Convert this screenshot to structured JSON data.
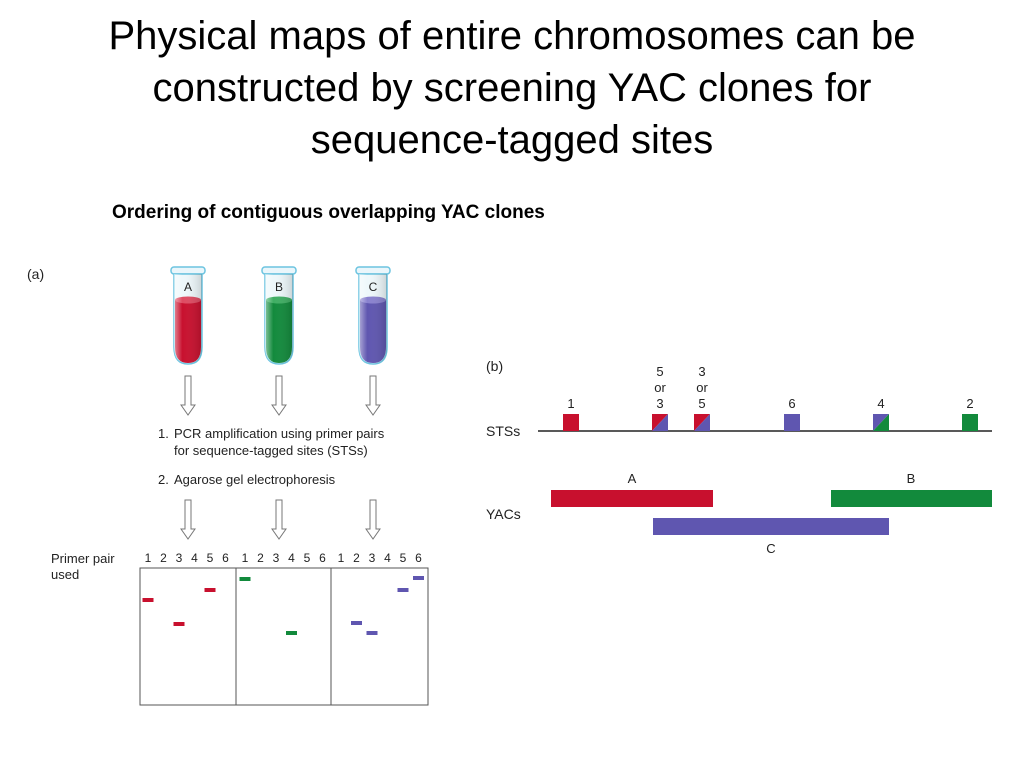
{
  "title_lines": [
    "Physical maps of entire chromosomes can be",
    "constructed by screening YAC clones for",
    "sequence-tagged sites"
  ],
  "subtitle": "Ordering of contiguous overlapping YAC clones",
  "colors": {
    "A": "#c8102e",
    "B": "#128a3c",
    "C": "#5f56b0"
  },
  "panel_a": {
    "label": "(a)",
    "tubes": [
      {
        "id": "A",
        "label": "A",
        "color": "#c8102e"
      },
      {
        "id": "B",
        "label": "B",
        "color": "#128a3c"
      },
      {
        "id": "C",
        "label": "C",
        "color": "#5f56b0"
      }
    ],
    "steps": [
      {
        "number": "1.",
        "lines": [
          "PCR amplification using primer pairs",
          "for sequence-tagged sites (STSs)"
        ]
      },
      {
        "number": "2.",
        "lines": [
          "Agarose gel electrophoresis"
        ]
      }
    ],
    "primer_label": [
      "Primer pair",
      "used"
    ],
    "lane_numbers": [
      "1",
      "2",
      "3",
      "4",
      "5",
      "6"
    ],
    "gel_bands": {
      "A": [
        1,
        3,
        5
      ],
      "B": [
        1,
        4
      ],
      "C": [
        2,
        3,
        5,
        6
      ]
    }
  },
  "panel_b": {
    "label": "(b)",
    "sts_row_label": "STSs",
    "yac_row_label": "YACs",
    "sts_markers": [
      {
        "label_lines": [
          "1"
        ],
        "fill": "A"
      },
      {
        "label_lines": [
          "5",
          "or",
          "3"
        ],
        "fill": "A/C"
      },
      {
        "label_lines": [
          "3",
          "or",
          "5"
        ],
        "fill": "A/C"
      },
      {
        "label_lines": [
          "6"
        ],
        "fill": "C"
      },
      {
        "label_lines": [
          "4"
        ],
        "fill": "C/B"
      },
      {
        "label_lines": [
          "2"
        ],
        "fill": "B"
      }
    ],
    "yacs": [
      {
        "label": "A",
        "color": "#c8102e"
      },
      {
        "label": "B",
        "color": "#128a3c"
      },
      {
        "label": "C",
        "color": "#5f56b0"
      }
    ]
  }
}
